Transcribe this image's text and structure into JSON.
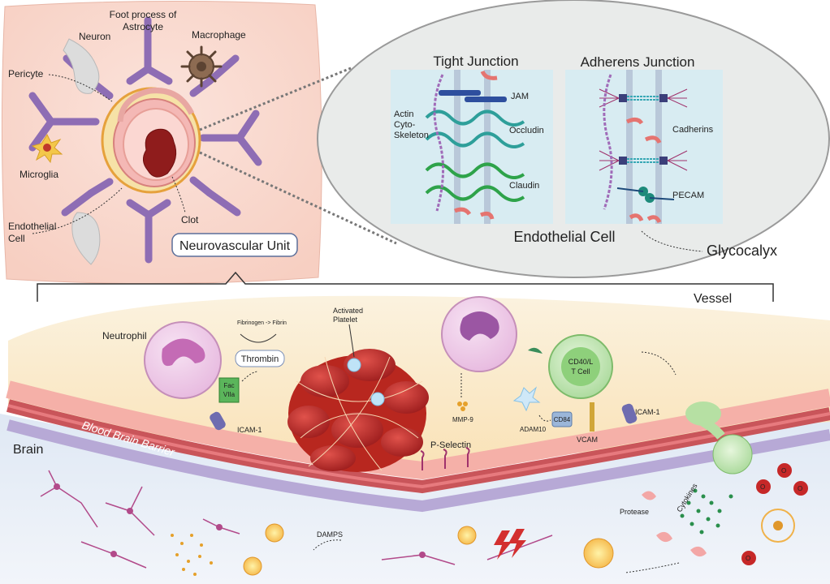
{
  "nvu": {
    "labels": {
      "foot_process": [
        "Foot process of",
        "Astrocyte"
      ],
      "neuron": "Neuron",
      "macrophage": "Macrophage",
      "pericyte": "Pericyte",
      "microglia": "Microglia",
      "endothelial": [
        "Endothelial",
        "Cell"
      ],
      "clot": "Clot"
    },
    "title": "Neurovascular Unit"
  },
  "zoom": {
    "tight_junction": "Tight Junction",
    "adherens_junction": "Adherens Junction",
    "actin": [
      "Actin",
      "Cyto-",
      "Skeleton"
    ],
    "jam": "JAM",
    "occludin": "Occludin",
    "claudin": "Claudin",
    "cadherins": "Cadherins",
    "pecam": "PECAM",
    "endothelial_cell": "Endothelial Cell",
    "glycocalyx": "Glycocalyx"
  },
  "vessel": {
    "vessel": "Vessel",
    "brain": "Brain",
    "bbb": "Blood Brain Barrier",
    "neutrophil": "Neutrophil",
    "fibrinogen": "Fibrinogen -> Fibrin",
    "thrombin": "Thrombin",
    "fac": [
      "Fac",
      "VIIa"
    ],
    "icam_left": "ICAM-1",
    "activated_platelet": [
      "Activated",
      "Platelet"
    ],
    "mmp9": "MMP-9",
    "p_selectin": "P-Selectin",
    "adam10": "ADAM10",
    "cd84": "CD84",
    "tcell": [
      "CD40/L",
      "T Cell"
    ],
    "vcam": "VCAM",
    "icam_right": "ICAM-1",
    "protease": "Protease",
    "cytokines": "Cytokines",
    "damps": "DAMPS",
    "o2": "O",
    "o2_sup": "2",
    "o2_charge": "-"
  }
}
